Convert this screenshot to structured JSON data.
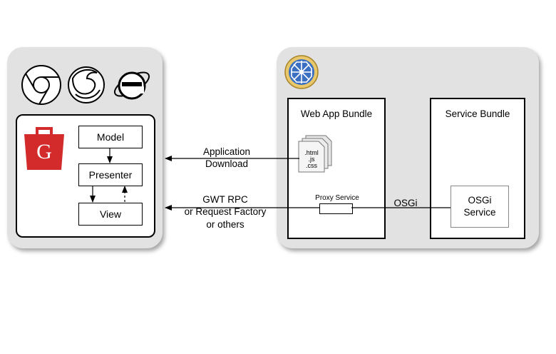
{
  "client": {
    "browsers": [
      "chrome-icon",
      "firefox-icon",
      "internet-explorer-icon"
    ],
    "gwt_logo_letter": "G",
    "mvc": {
      "model": "Model",
      "presenter": "Presenter",
      "view": "View"
    }
  },
  "server": {
    "web_app_bundle": {
      "title": "Web App Bundle",
      "files": [
        ".html",
        ".js",
        ".css"
      ],
      "proxy_service": "Proxy Service"
    },
    "service_bundle": {
      "title": "Service Bundle",
      "osgi_service": [
        "OSGi",
        "Service"
      ]
    }
  },
  "connections": {
    "download": [
      "Application",
      "Download"
    ],
    "rpc": [
      "GWT RPC",
      "or Request Factory",
      "or others"
    ],
    "osgi": "OSGi"
  },
  "colors": {
    "panel": "#e2e2e2",
    "gwt_red": "#d32b2b",
    "server_logo": "#3a6fc2"
  }
}
